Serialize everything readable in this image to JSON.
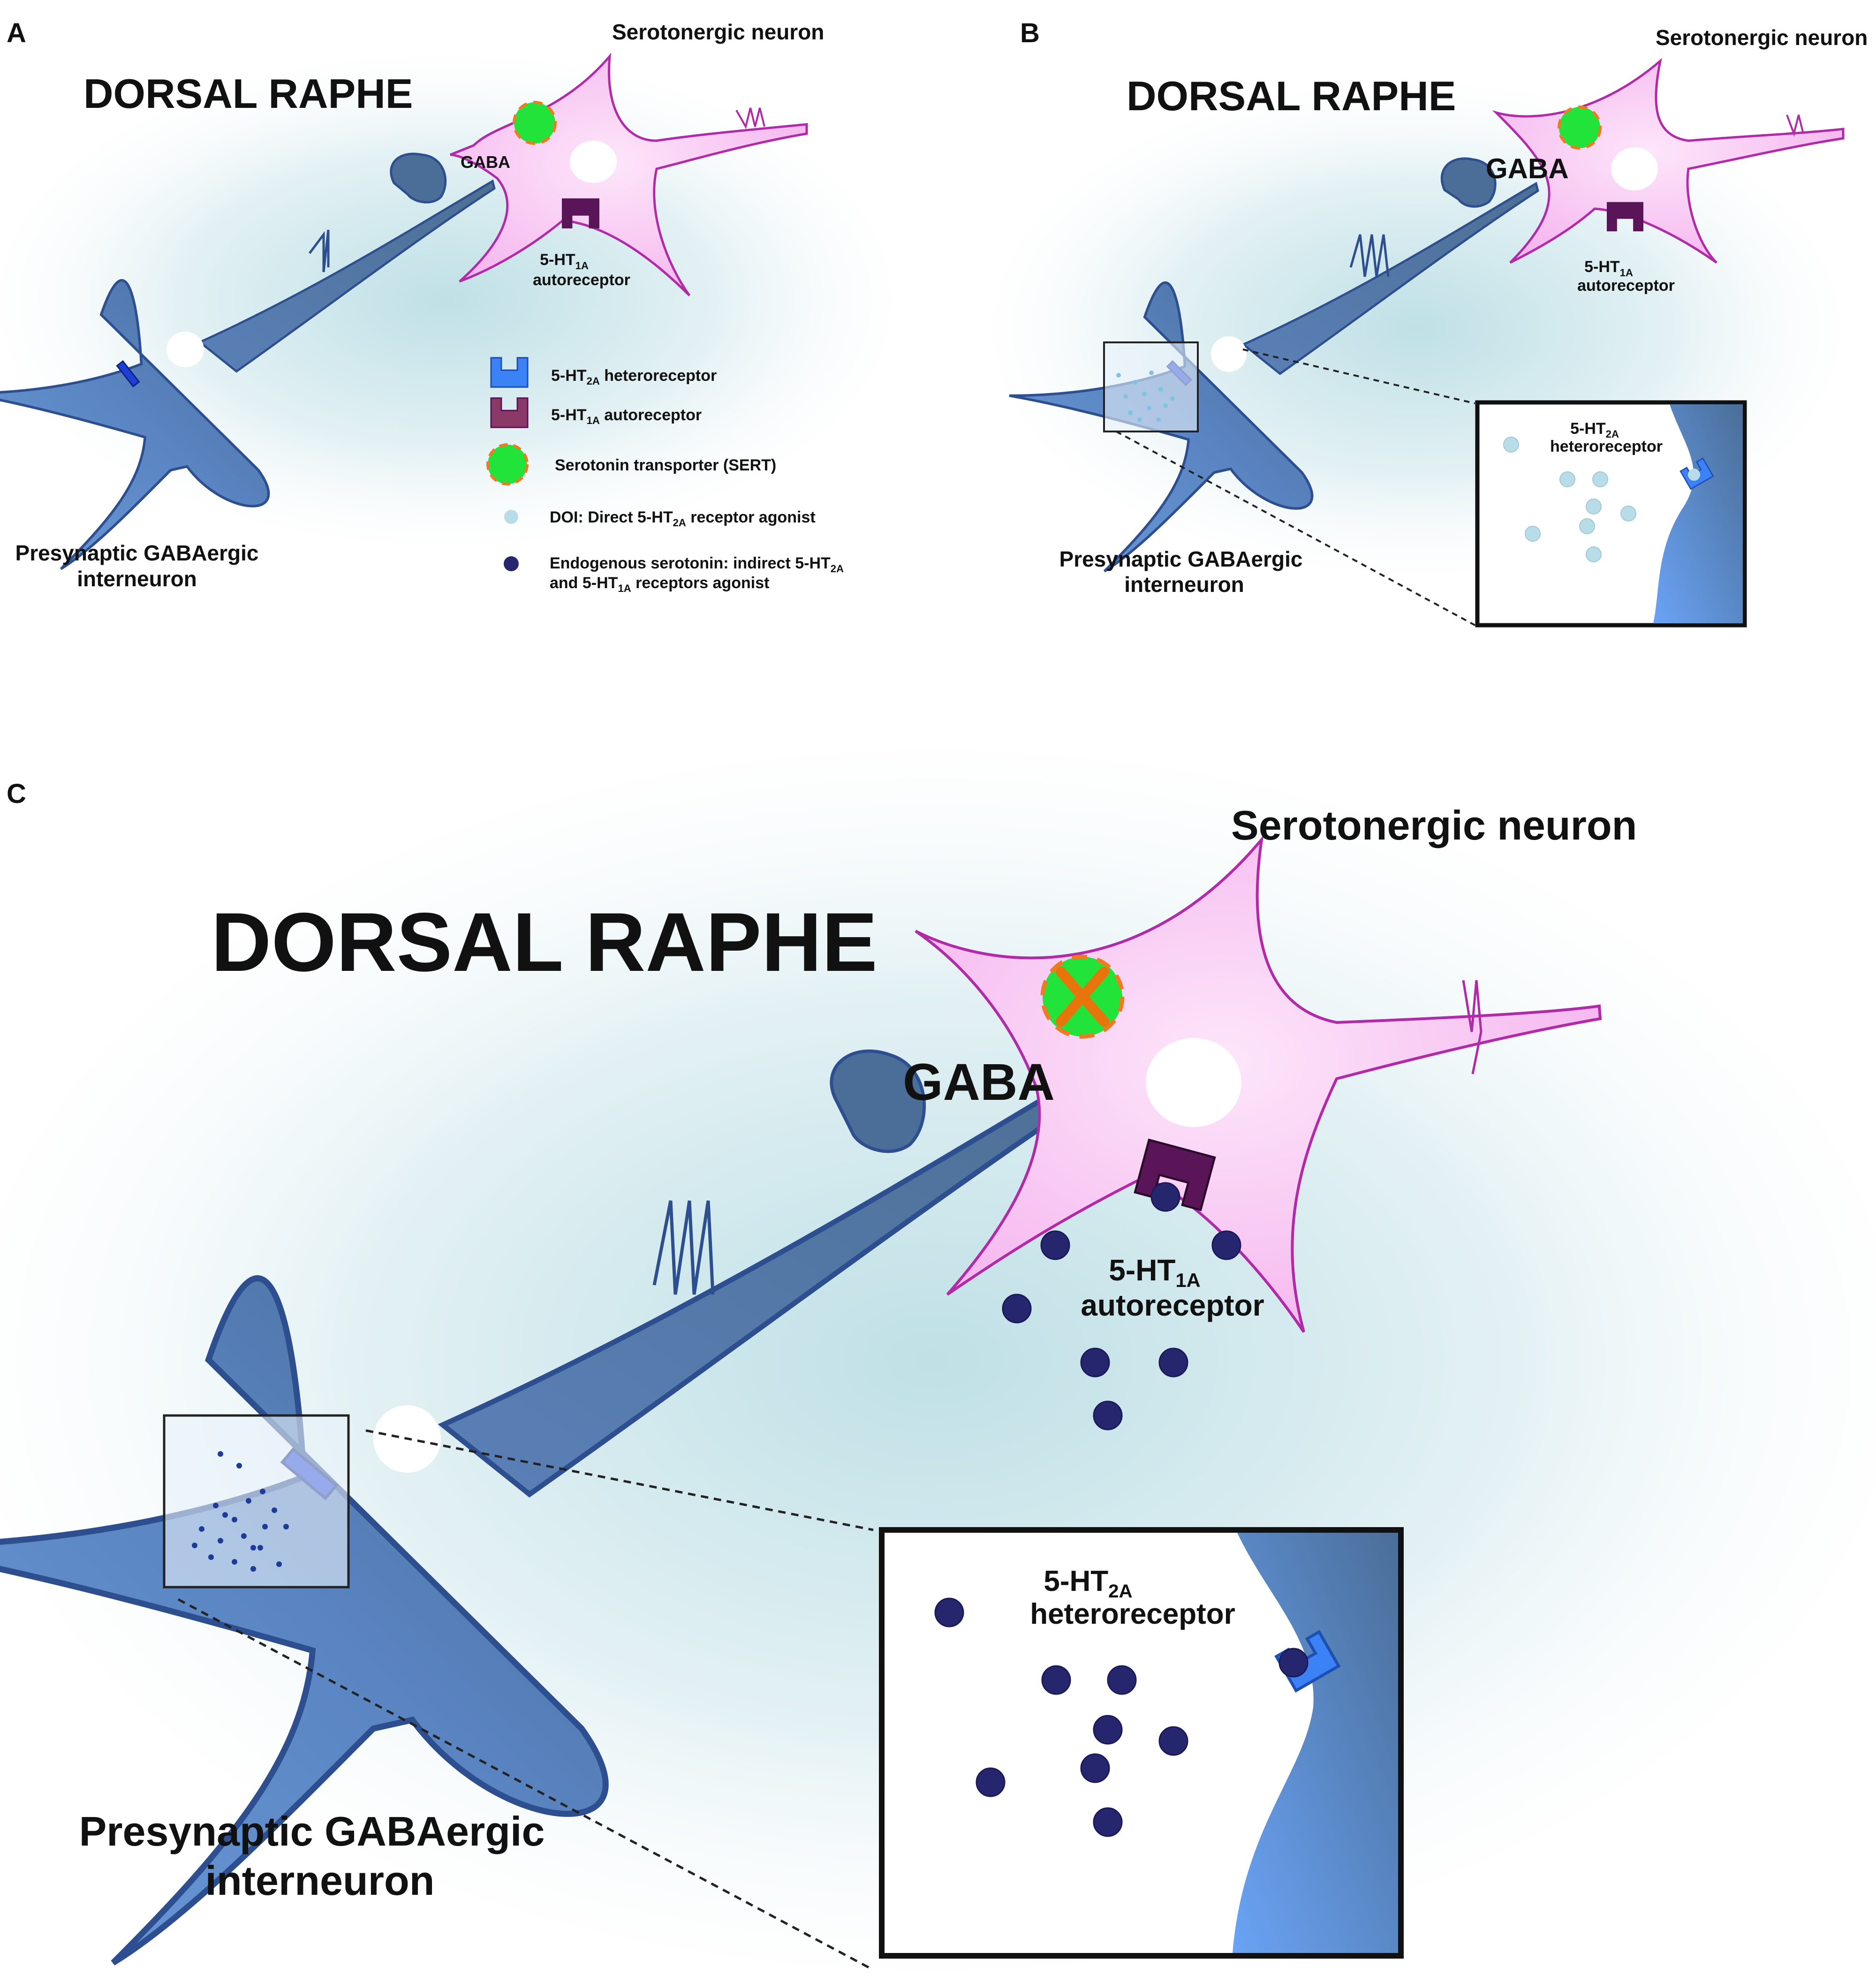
{
  "panels": [
    {
      "letter": "A",
      "region": "DORSAL RAPHE",
      "serotonergic_label": "Serotonergic neuron",
      "gaba_label": "GABA",
      "autoreceptor_label": {
        "main": "5-HT",
        "sub": "1A",
        "line2": "autoreceptor"
      },
      "interneuron_label": {
        "line1": "Presynaptic GABAergic",
        "line2": "interneuron"
      }
    },
    {
      "letter": "B",
      "region": "DORSAL RAPHE",
      "serotonergic_label": "Serotonergic neuron",
      "gaba_label": "GABA",
      "autoreceptor_label": {
        "main": "5-HT",
        "sub": "1A",
        "line2": "autoreceptor"
      },
      "interneuron_label": {
        "line1": "Presynaptic GABAergic",
        "line2": "interneuron"
      },
      "inset_label": {
        "main": "5-HT",
        "sub": "2A",
        "line2": "heteroreceptor"
      }
    },
    {
      "letter": "C",
      "region": "DORSAL RAPHE",
      "serotonergic_label": "Serotonergic neuron",
      "gaba_label": "GABA",
      "autoreceptor_label": {
        "main": "5-HT",
        "sub": "1A",
        "line2": "autoreceptor"
      },
      "interneuron_label": {
        "line1": "Presynaptic GABAergic",
        "line2": "interneuron"
      },
      "inset_label": {
        "main": "5-HT",
        "sub": "2A",
        "line2": "heteroreceptor"
      }
    }
  ],
  "legend": {
    "items": [
      {
        "icon": "heteroreceptor-icon",
        "color": "#3b82f6",
        "main": "5-HT",
        "sub": "2A",
        "rest": " heteroreceptor"
      },
      {
        "icon": "autoreceptor-icon",
        "color": "#8b3a68",
        "main": "5-HT",
        "sub": "1A",
        "rest": " autoreceptor"
      },
      {
        "icon": "sert-icon",
        "color": "#22e33a",
        "text": "Serotonin transporter (SERT)"
      },
      {
        "icon": "doi-dot-icon",
        "color": "#b9dde8",
        "pre": "DOI: Direct 5-HT",
        "sub": "2A",
        "rest": " receptor agonist"
      },
      {
        "icon": "serotonin-dot-icon",
        "color": "#26266e",
        "line1_pre": "Endogenous serotonin: indirect 5-HT",
        "line1_sub": "2A",
        "line2_pre": "and 5-HT",
        "line2_sub": "1A",
        "line2_rest": " receptors agonist"
      }
    ]
  },
  "colors": {
    "interneuron": "#5b88c7",
    "interneuron_outline": "#2e4f8f",
    "serotonergic": "#f7bff2",
    "serotonergic_outline": "#b12aa8",
    "sert": "#22e33a",
    "sert_outline": "#f07a20",
    "autoreceptor": "#5a1458",
    "heteroreceptor": "#3b82f6",
    "serotonin": "#26266e",
    "doi": "#b9dde8",
    "background_glow": "#bfe0e6"
  }
}
